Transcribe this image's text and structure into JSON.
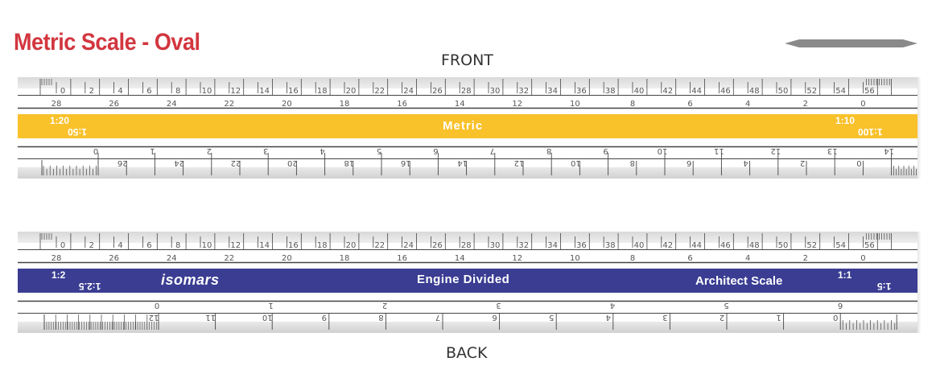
{
  "header": {
    "title": "Metric Scale - Oval",
    "front_label": "FRONT",
    "back_label": "BACK",
    "profile_icon": "oval-profile-icon"
  },
  "colors": {
    "title": "#d2363f",
    "front_band": "#f9c12a",
    "back_band": "#3a3d92",
    "tick": "#444444"
  },
  "front": {
    "band_text": "Metric",
    "scales": {
      "top_left_ratio": "1:20",
      "bottom_left_ratio": "1:50",
      "top_right_ratio": "1:10",
      "bottom_right_ratio": "1:100"
    },
    "upper_row_a": [
      "0",
      "2",
      "4",
      "6",
      "8",
      "10",
      "12",
      "14",
      "16",
      "18",
      "20",
      "22",
      "24",
      "26",
      "28",
      "30",
      "32",
      "34",
      "36",
      "38",
      "40",
      "42",
      "44",
      "46",
      "48",
      "50",
      "52",
      "54",
      "56"
    ],
    "upper_row_b": [
      "28",
      "26",
      "24",
      "22",
      "20",
      "18",
      "16",
      "14",
      "12",
      "10",
      "8",
      "6",
      "4",
      "2",
      "0"
    ],
    "lower_row_a": [
      "0",
      "1",
      "2",
      "3",
      "4",
      "5",
      "6",
      "7",
      "8",
      "9",
      "10",
      "11",
      "12",
      "13",
      "14"
    ],
    "lower_row_b": [
      "26",
      "24",
      "22",
      "20",
      "18",
      "16",
      "14",
      "12",
      "10",
      "8",
      "6",
      "4",
      "2",
      "0"
    ]
  },
  "back": {
    "brand": "isomars",
    "band_center": "Engine Divided",
    "band_right": "Architect Scale",
    "scales": {
      "top_left_ratio": "1:2",
      "bottom_left_ratio": "1:2.5",
      "top_right_ratio": "1:1",
      "bottom_right_ratio": "1:5"
    },
    "upper_row_a": [
      "0",
      "2",
      "4",
      "6",
      "8",
      "10",
      "12",
      "14",
      "16",
      "18",
      "20",
      "22",
      "24",
      "26",
      "28",
      "30",
      "32",
      "34",
      "36",
      "38",
      "40",
      "42",
      "44",
      "46",
      "48",
      "50",
      "52",
      "54",
      "56"
    ],
    "upper_row_b": [
      "28",
      "26",
      "24",
      "22",
      "20",
      "18",
      "16",
      "14",
      "12",
      "10",
      "8",
      "6",
      "4",
      "2",
      "0"
    ],
    "lower_row_a": [
      "0",
      "1",
      "2",
      "3",
      "4",
      "5",
      "6"
    ],
    "lower_row_b": [
      "12",
      "11",
      "10",
      "9",
      "8",
      "7",
      "6",
      "5",
      "4",
      "3",
      "2",
      "1",
      "0"
    ]
  }
}
